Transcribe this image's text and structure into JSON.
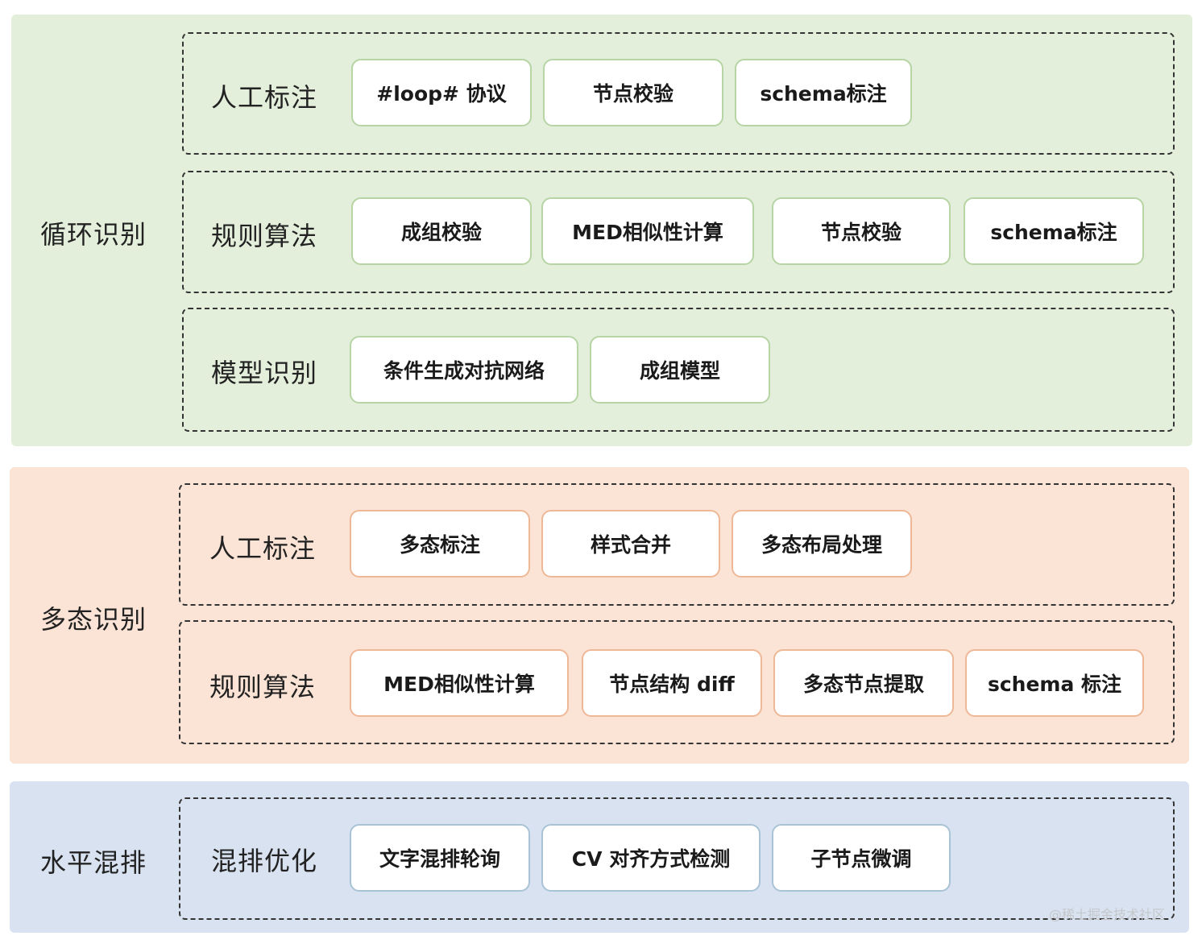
{
  "colors": {
    "loop_band": "#e3efdb",
    "loop_chip_border": "#b6d4a4",
    "poly_band": "#fbe4d6",
    "poly_chip_border": "#eeb896",
    "horiz_band": "#d9e2f0",
    "horiz_chip_border": "#a9c3d6"
  },
  "sections": [
    {
      "label": "循环识别",
      "groups": [
        {
          "label": "人工标注",
          "items": [
            "#loop# 协议",
            "节点校验",
            "schema标注"
          ]
        },
        {
          "label": "规则算法",
          "items": [
            "成组校验",
            "MED相似性计算",
            "节点校验",
            "schema标注"
          ]
        },
        {
          "label": "模型识别",
          "items": [
            "条件生成对抗网络",
            "成组模型"
          ]
        }
      ]
    },
    {
      "label": "多态识别",
      "groups": [
        {
          "label": "人工标注",
          "items": [
            "多态标注",
            "样式合并",
            "多态布局处理"
          ]
        },
        {
          "label": "规则算法",
          "items": [
            "MED相似性计算",
            "节点结构 diff",
            "多态节点提取",
            "schema 标注"
          ]
        }
      ]
    },
    {
      "label": "水平混排",
      "groups": [
        {
          "label": "混排优化",
          "items": [
            "文字混排轮询",
            "CV 对齐方式检测",
            "子节点微调"
          ]
        }
      ]
    }
  ],
  "watermark": "@稀土掘金技术社区"
}
